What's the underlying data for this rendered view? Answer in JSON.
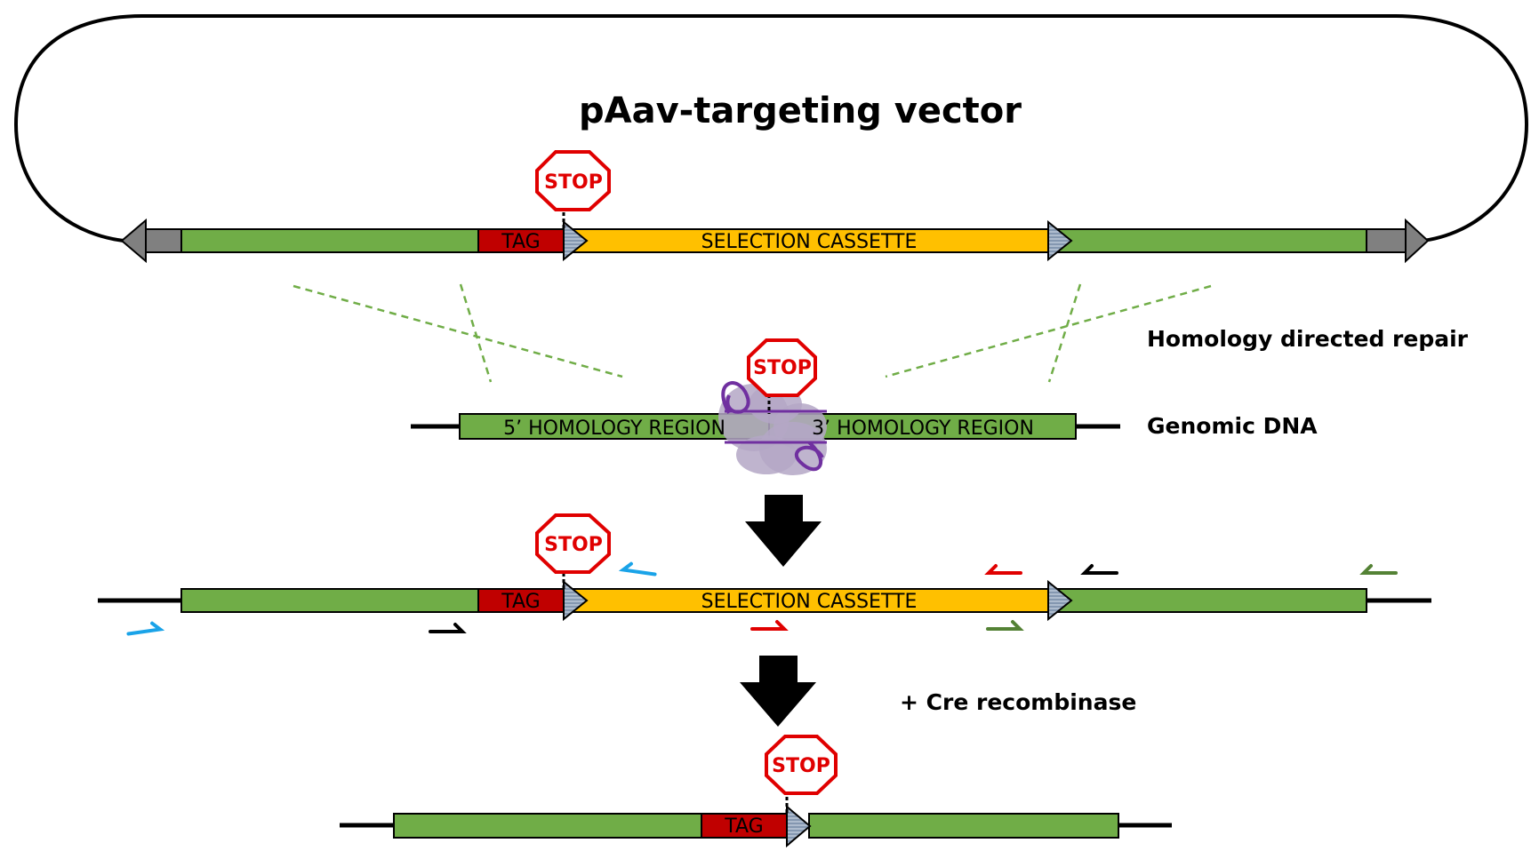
{
  "title": "pAav-targeting vector",
  "labels": {
    "hdr": "Homology directed repair",
    "genomic": "Genomic DNA",
    "cre": "+ Cre recombinase"
  },
  "segments": {
    "tag": "TAG",
    "selection": "SELECTION CASSETTE",
    "homology5": "5’ HOMOLOGY REGION",
    "homology3": "3’ HOMOLOGY REGION"
  },
  "stop_sign_text": "STOP",
  "colors": {
    "homology_green": "#70AD47",
    "tag_red": "#C00000",
    "cassette_yellow": "#FFC000",
    "itr_gray": "#808080",
    "loxp_blue": "#8497B0",
    "stop_red": "#E00000",
    "crossover_green": "#70AD47",
    "cas9_lavender": "#B4A7C6",
    "guide_purple": "#7030A0",
    "primer_blue": "#1AA3E8",
    "primer_black": "#000000",
    "primer_red": "#E00000",
    "primer_green": "#548235"
  },
  "icons": {
    "stop": "stop-sign-icon",
    "loxp": "loxp-site-icon",
    "cas9": "cas9-complex-icon",
    "arrow": "down-arrow-icon",
    "primer": "primer-half-arrow-icon"
  }
}
